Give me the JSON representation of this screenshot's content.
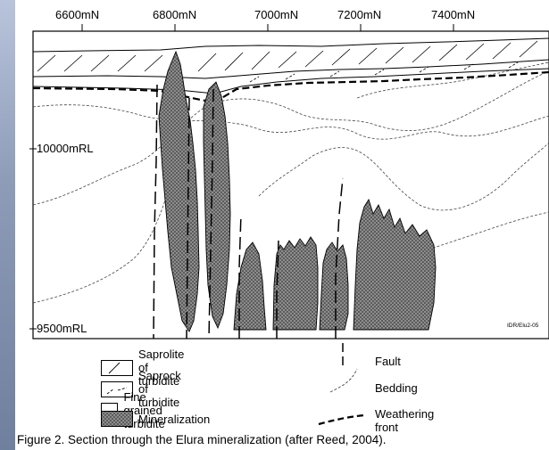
{
  "axes": {
    "easting_labels": [
      "6600mN",
      "6800mN",
      "7000mN",
      "7200mN",
      "7400mN"
    ],
    "rl_labels": [
      "10000mRL",
      "9500mRL"
    ]
  },
  "legend": {
    "saprolite": "Saprolite of turbidite",
    "saprock": "Saprock of turbidite",
    "fine_grained": "Fine grained turbidite",
    "mineralization": "Mineralization",
    "fault": "Fault",
    "bedding": "Bedding",
    "weathering": "Weathering front"
  },
  "stamp": "IDR/Elu2-05",
  "caption": "Figure 2. Section through the Elura mineralization (after Reed, 2004).",
  "colors": {
    "ore_fill": "#8c8c8c",
    "background_gradient": "#8e9cb8"
  }
}
